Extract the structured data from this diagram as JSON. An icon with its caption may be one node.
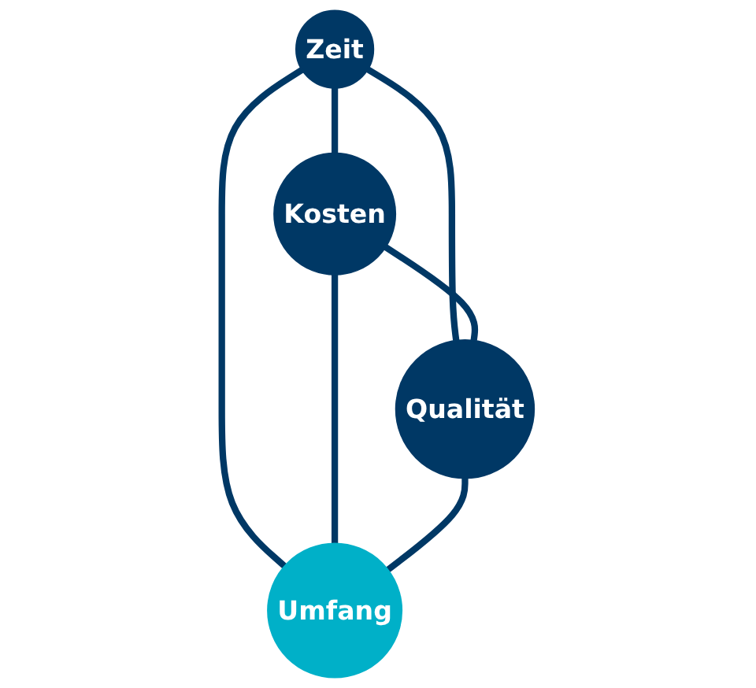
{
  "diagram": {
    "nodes": [
      {
        "text": [
          "Zeit"
        ]
      },
      {
        "text": [
          "Kosten"
        ]
      },
      {
        "text": [
          "Qualität"
        ]
      },
      {
        "text": [
          "Umfang"
        ]
      }
    ],
    "edges": [
      {
        "from": 0,
        "to": 1,
        "arrow": "none"
      },
      {
        "from": 0,
        "to": 2,
        "arrow": "none"
      },
      {
        "from": 1,
        "to": 2,
        "arrow": "none"
      },
      {
        "from": 0,
        "to": 3,
        "arrow": "none"
      },
      {
        "from": 1,
        "to": 3,
        "arrow": "none"
      },
      {
        "from": 2,
        "to": 3,
        "arrow": "none"
      }
    ]
  }
}
